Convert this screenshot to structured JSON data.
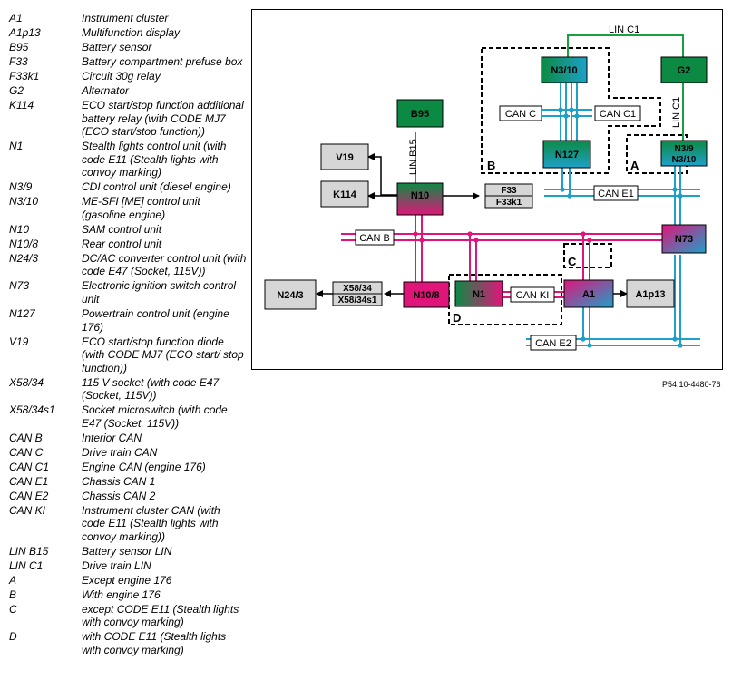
{
  "legend": [
    {
      "code": "A1",
      "desc": "Instrument cluster"
    },
    {
      "code": "A1p13",
      "desc": "Multifunction display"
    },
    {
      "code": "B95",
      "desc": "Battery sensor"
    },
    {
      "code": "F33",
      "desc": "Battery compartment prefuse box"
    },
    {
      "code": "F33k1",
      "desc": "Circuit 30g relay"
    },
    {
      "code": "G2",
      "desc": "Alternator"
    },
    {
      "code": "K114",
      "desc": "ECO start/stop function additional battery relay (with CODE MJ7 (ECO start/stop function))"
    },
    {
      "code": "N1",
      "desc": "Stealth lights control unit (with code E11 (Stealth lights with convoy marking)"
    },
    {
      "code": "N3/9",
      "desc": "CDI control unit (diesel engine)"
    },
    {
      "code": "N3/10",
      "desc": "ME-SFI [ME] control unit (gasoline engine)"
    },
    {
      "code": "N10",
      "desc": "SAM control unit"
    },
    {
      "code": "N10/8",
      "desc": "Rear control unit"
    },
    {
      "code": "N24/3",
      "desc": "DC/AC converter control unit (with code E47 (Socket, 115V))"
    },
    {
      "code": "N73",
      "desc": "Electronic ignition switch control unit"
    },
    {
      "code": "N127",
      "desc": "Powertrain control unit (engine 176)"
    },
    {
      "code": "V19",
      "desc": "ECO start/stop function diode (with CODE MJ7 (ECO start/ stop function))"
    },
    {
      "code": "X58/34",
      "desc": "115 V socket (with code E47 (Socket, 115V))"
    },
    {
      "code": "X58/34s1",
      "desc": "Socket microswitch (with code E47 (Socket, 115V))"
    },
    {
      "code": "CAN B",
      "desc": "Interior CAN"
    },
    {
      "code": "CAN C",
      "desc": "Drive train CAN"
    },
    {
      "code": "CAN C1",
      "desc": "Engine CAN (engine 176)"
    },
    {
      "code": "CAN E1",
      "desc": "Chassis CAN 1"
    },
    {
      "code": "CAN E2",
      "desc": "Chassis CAN 2"
    },
    {
      "code": "CAN KI",
      "desc": "Instrument cluster CAN (with code E11 (Stealth lights with convoy marking))"
    },
    {
      "code": "LIN B15",
      "desc": "Battery sensor LIN"
    },
    {
      "code": "LIN C1",
      "desc": "Drive train LIN"
    },
    {
      "code": "A",
      "desc": "Except engine 176"
    },
    {
      "code": "B",
      "desc": "With engine 176"
    },
    {
      "code": "C",
      "desc": "except CODE E11 (Stealth lights with convoy marking)"
    },
    {
      "code": "D",
      "desc": "with CODE E11 (Stealth lights with convoy marking)"
    }
  ],
  "diagram": {
    "units": {
      "n3_10": "N3/10",
      "g2": "G2",
      "n127": "N127",
      "n3_9": "N3/9",
      "n3_10b": "N3/10",
      "b95": "B95",
      "v19": "V19",
      "k114": "K114",
      "n10": "N10",
      "f33": "F33",
      "f33k1": "F33k1",
      "n73": "N73",
      "n10_8": "N10/8",
      "n24_3": "N24/3",
      "x58_34": "X58/34",
      "x58_34s1": "X58/34s1",
      "n1": "N1",
      "a1": "A1",
      "a1p13": "A1p13"
    },
    "buses": {
      "lin_c1_top": "LIN C1",
      "lin_c1_side": "LIN C1",
      "lin_b15": "LIN B15",
      "can_c": "CAN C",
      "can_c1": "CAN C1",
      "can_e1": "CAN E1",
      "can_b": "CAN B",
      "can_ki": "CAN KI",
      "can_e2": "CAN E2"
    },
    "regions": {
      "a": "A",
      "b": "B",
      "c": "C",
      "d": "D"
    },
    "colors": {
      "green": "#1aa040",
      "cyan": "#1ea0c8",
      "magenta": "#e0157a",
      "box_green": "#0c8a44",
      "box_gray": "#d6d6d6"
    }
  },
  "figure_ref": "P54.10-4480-76"
}
